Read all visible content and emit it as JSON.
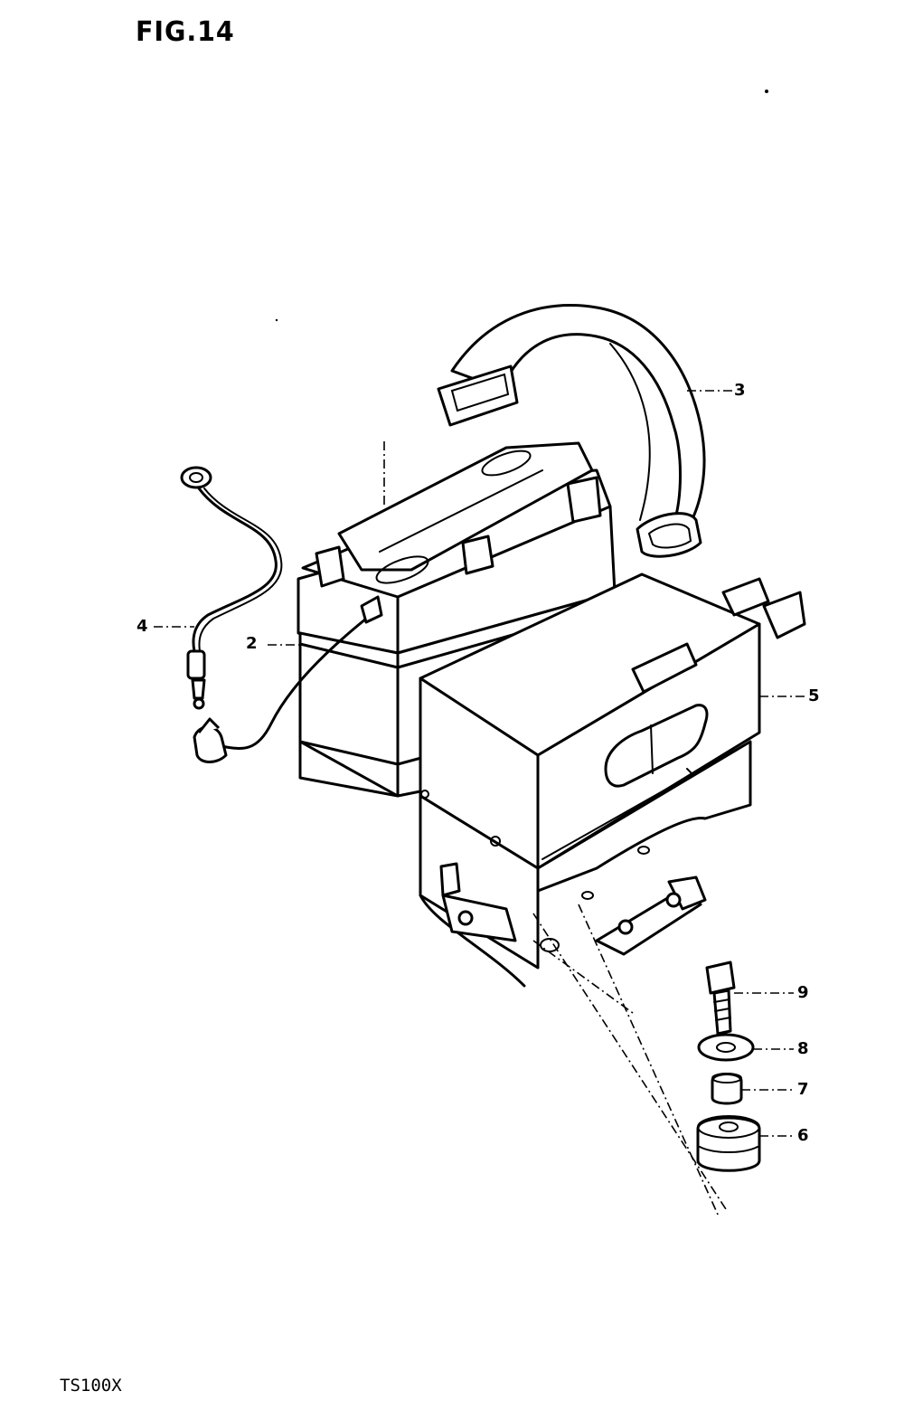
{
  "figure": {
    "title": "FIG.14",
    "model": "TS100X"
  },
  "callouts": {
    "c2": "2",
    "c3": "3",
    "c4": "4",
    "c5": "5",
    "c6": "6",
    "c7": "7",
    "c8": "8",
    "c9": "9"
  }
}
